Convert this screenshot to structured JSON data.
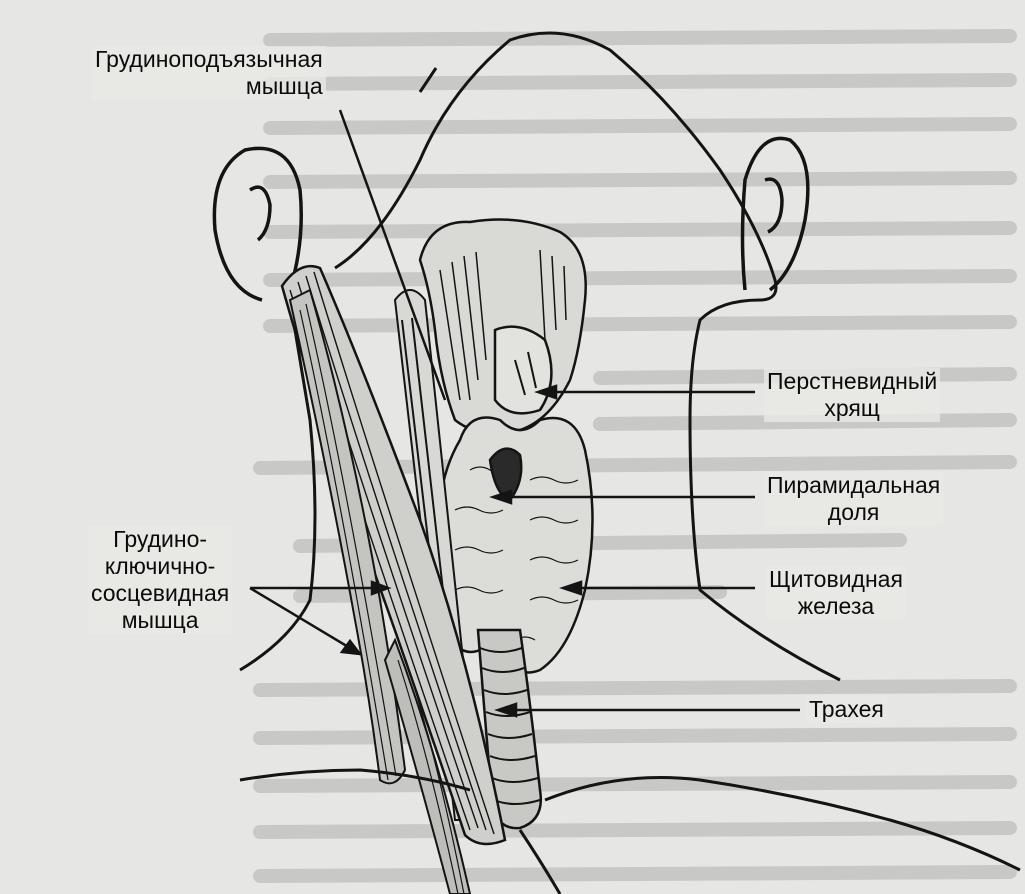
{
  "labels": {
    "sternohyoid": [
      "Грудиноподъязычная",
      "мышца"
    ],
    "cricoid": [
      "Перстневидный",
      "хрящ"
    ],
    "pyramidal": [
      "Пирамидальная",
      "доля"
    ],
    "thyroid": [
      "Щитовидная",
      "железа"
    ],
    "scm": [
      "Грудино-",
      "ключично-",
      "сосцевидная",
      "мышца"
    ],
    "trachea": "Трахея"
  },
  "colors": {
    "ink": "#141414",
    "paper": "#e6e6e4",
    "background_print": "#9a9a98"
  }
}
